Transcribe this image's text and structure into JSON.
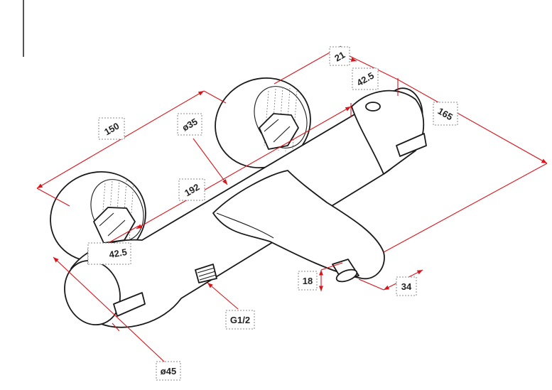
{
  "dimensions": {
    "overall_length": "150",
    "handle_diameter": "ø35",
    "center_distance": "192",
    "top_offset": "21",
    "inlet_offset_top": "42.5",
    "depth": "165",
    "inlet_offset_left": "42.5",
    "spout_height": "18",
    "spout_width": "34",
    "thread": "G1/2",
    "body_diameter": "ø45"
  },
  "colors": {
    "dimension_line": "#d9151b",
    "outline": "#1a1a1a",
    "label_box": "#8a8a8a"
  }
}
